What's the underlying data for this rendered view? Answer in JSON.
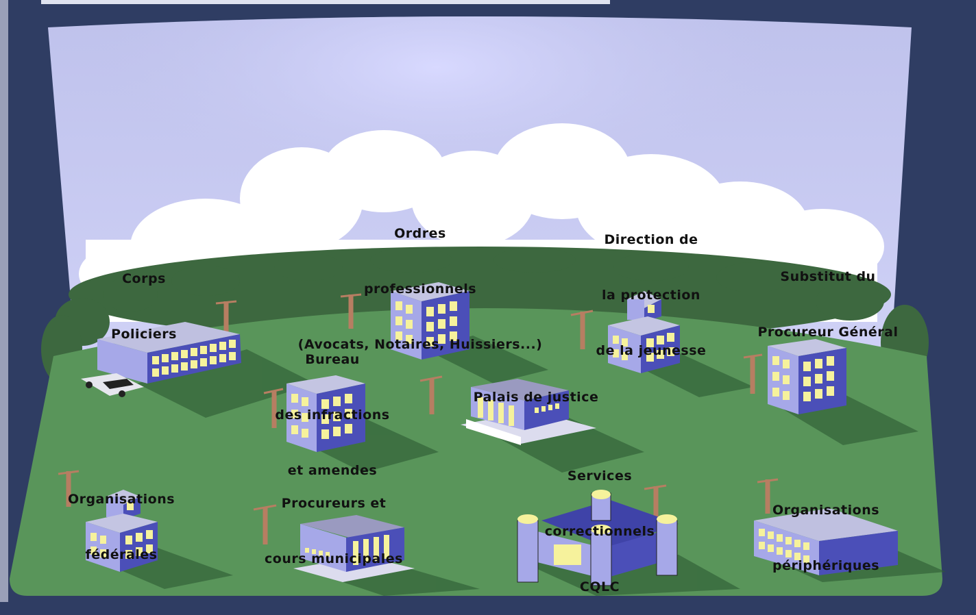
{
  "colors": {
    "frame": "#2f3d63",
    "sky_top": "#c3c6ee",
    "sky_bottom": "#cbcdf4",
    "cloud": "#ffffff",
    "ground": "#59955a",
    "trees": "#3d683f",
    "building_face": "#a6a8e8",
    "building_side": "#4b4fb8",
    "window": "#f6f29c",
    "roof": "#b9bbdc",
    "pole": "#b77e62"
  },
  "labels": {
    "police": [
      "Corps",
      "Policiers"
    ],
    "ordres": [
      "Ordres",
      "professionnels",
      "(Avocats, Notaires, Huissiers...)"
    ],
    "dpj": [
      "Direction de",
      "la protection",
      "de la jeunesse"
    ],
    "substitut": [
      "Substitut du",
      "Procureur Général"
    ],
    "bureau": [
      "Bureau",
      "des infractions",
      "et amendes"
    ],
    "palais": [
      "Palais de justice"
    ],
    "federales": [
      "Organisations",
      "fédérales"
    ],
    "procureurs": [
      "Procureurs et",
      "cours municipales"
    ],
    "correctionnels": [
      "Services",
      "correctionnels",
      "CQLC"
    ],
    "peripheriques": [
      "Organisations",
      "périphériques"
    ]
  },
  "icons": [
    "police-car-icon",
    "utility-pole-icon",
    "office-building-icon",
    "courthouse-icon",
    "prison-icon"
  ]
}
